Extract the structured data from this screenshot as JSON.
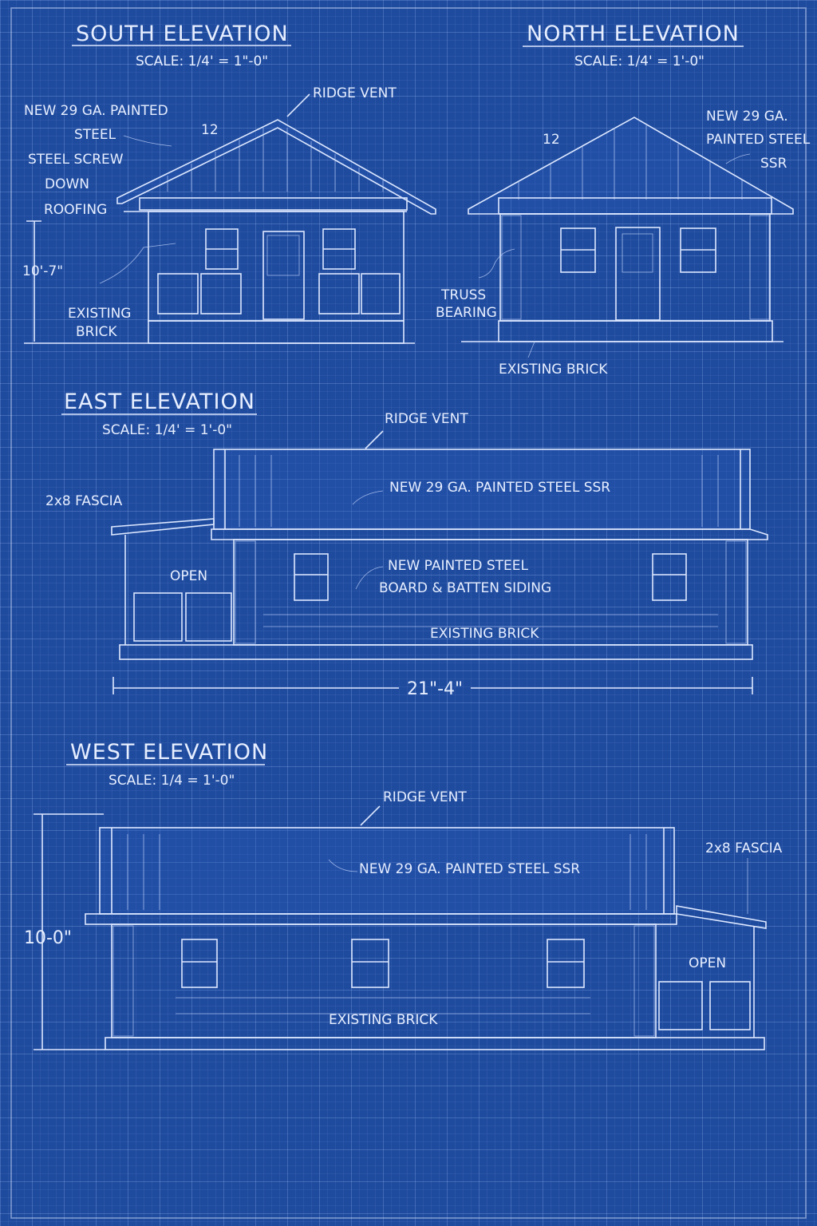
{
  "colors": {
    "background": "#1f4b9e",
    "line": "#dde8ff"
  },
  "south": {
    "title": "SOUTH ELEVATION",
    "scale": "SCALE:  1/4' = 1\"-0\"",
    "ridge_vent": "RIDGE VENT",
    "roof_note": [
      "NEW 29 GA. PAINTED",
      "STEEL",
      "STEEL SCREW",
      "DOWN",
      "ROOFING"
    ],
    "pitch": "12",
    "height": "10'-7\"",
    "brick": [
      "EXISTING",
      "BRICK"
    ]
  },
  "north": {
    "title": "NORTH ELEVATION",
    "scale": "SCALE:  1/4' = 1'-0\"",
    "pitch": "12",
    "roof_note": [
      "NEW 29 GA.",
      "PAINTED STEEL",
      "SSR"
    ],
    "truss": [
      "TRUSS",
      "BEARING"
    ],
    "brick": "EXISTING BRICK"
  },
  "east": {
    "title": "EAST ELEVATION",
    "scale": "SCALE:  1/4' = 1'-0\"",
    "ridge_vent": "RIDGE VENT",
    "fascia": "2x8 FASCIA",
    "roof_note": "NEW 29 GA. PAINTED STEEL SSR",
    "open": "OPEN",
    "siding": [
      "NEW PAINTED STEEL",
      "BOARD & BATTEN SIDING"
    ],
    "brick": "EXISTING BRICK",
    "length": "21\"-4\""
  },
  "west": {
    "title": "WEST ELEVATION",
    "scale": "SCALE:  1/4 = 1'-0\"",
    "ridge_vent": "RIDGE VENT",
    "roof_note": "NEW 29 GA. PAINTED STEEL SSR",
    "fascia": "2x8 FASCIA",
    "height": "10-0\"",
    "open": "OPEN",
    "brick": "EXISTING BRICK"
  }
}
